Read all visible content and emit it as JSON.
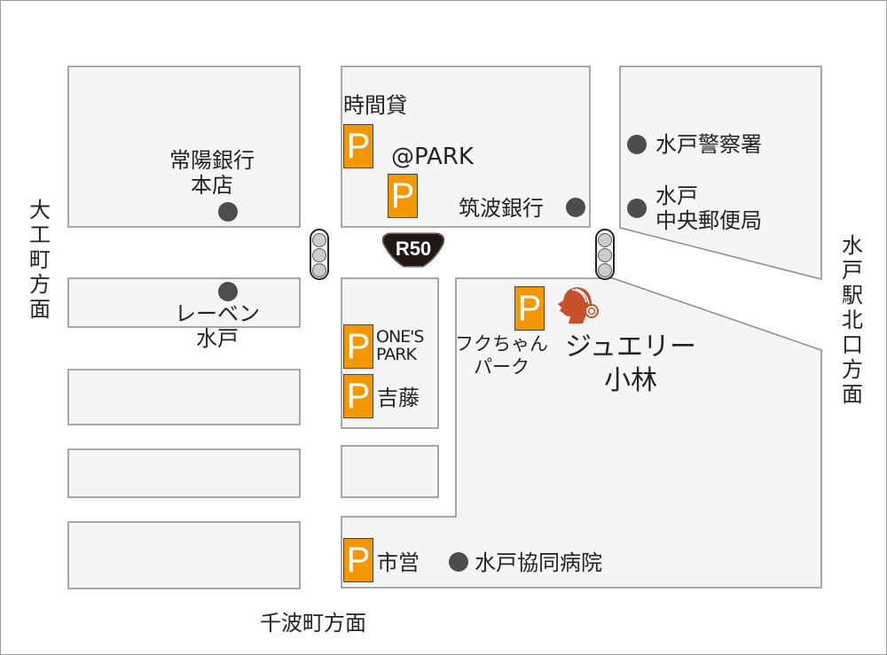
{
  "colors": {
    "block": "#f5f5f5",
    "block_border": "#8c8c8c",
    "parking": "#f39800",
    "dot": "#4d4d4d",
    "logo": "#c8502a"
  },
  "route": {
    "label": "R50"
  },
  "parking_letter": "P",
  "directions": {
    "west": "大工町方面",
    "east": "水戸駅北口方面",
    "south": "千波町方面"
  },
  "labels": {
    "joyo_bank": [
      "常陽銀行",
      "本店"
    ],
    "jikanka": "時間貸",
    "at_park": "@PARK",
    "tsukuba_bank": "筑波銀行",
    "police": "水戸警察署",
    "post_office": [
      "水戸",
      "中央郵便局"
    ],
    "leben": [
      "レーベン",
      "水戸"
    ],
    "ones_park": [
      "ONE'S",
      "PARK"
    ],
    "yoshifuji": "吉藤",
    "fukuchan": [
      "フクちゃん",
      "パーク"
    ],
    "jewelry": [
      "ジュエリー",
      "小林"
    ],
    "shiei": "市営",
    "hospital": "水戸協同病院"
  }
}
